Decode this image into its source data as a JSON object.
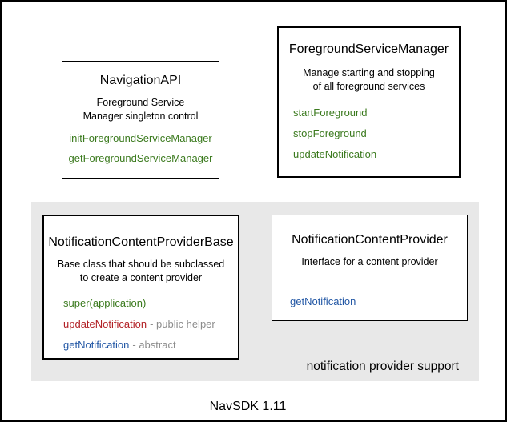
{
  "palette": {
    "method_green": "#3b7a1e",
    "method_red": "#b22025",
    "method_blue": "#2257a5",
    "annotation_gray": "#8c8c8c",
    "panel_gray": "#e8e8e8",
    "border_black": "#000000"
  },
  "boxes": {
    "navigation_api": {
      "title": "NavigationAPI",
      "description_line1": "Foreground Service",
      "description_line2": "Manager singleton control",
      "methods": [
        {
          "label": "initForegroundServiceManager",
          "color": "green"
        },
        {
          "label": "getForegroundServiceManager",
          "color": "green"
        }
      ]
    },
    "foreground_service_manager": {
      "title": "ForegroundServiceManager",
      "description_line1": "Manage starting and stopping",
      "description_line2": "of all foreground services",
      "methods": [
        {
          "label": "startForeground",
          "color": "green"
        },
        {
          "label": "stopForeground",
          "color": "green"
        },
        {
          "label": "updateNotification",
          "color": "green"
        }
      ]
    },
    "notification_content_provider_base": {
      "title": "NotificationContentProviderBase",
      "description_line1": "Base class that should be subclassed",
      "description_line2": "to create a content provider",
      "methods": [
        {
          "label": "super(application)",
          "color": "green"
        },
        {
          "label": "updateNotification",
          "color": "red",
          "annotation": "- public helper"
        },
        {
          "label": "getNotification",
          "color": "blue",
          "annotation": "- abstract"
        }
      ]
    },
    "notification_content_provider": {
      "title": "NotificationContentProvider",
      "description_line1": "Interface for a content provider",
      "methods": [
        {
          "label": "getNotification",
          "color": "blue"
        }
      ]
    }
  },
  "captions": {
    "panel_label": "notification provider support",
    "footer": "NavSDK 1.11"
  }
}
